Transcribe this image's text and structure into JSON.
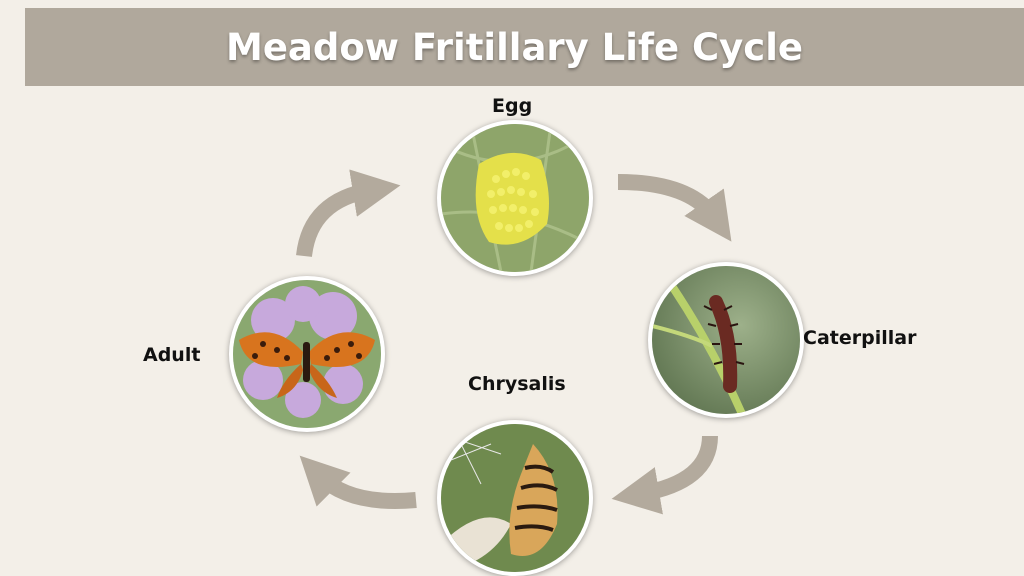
{
  "title": "Meadow Fritillary Life Cycle",
  "colors": {
    "background": "#f3efe8",
    "title_bar": "#b0a89c",
    "arrow": "#b3aa9d"
  },
  "stages": [
    {
      "label": "Egg",
      "icon": "egg-cluster-photo"
    },
    {
      "label": "Caterpillar",
      "icon": "caterpillar-photo"
    },
    {
      "label": "Chrysalis",
      "icon": "chrysalis-photo"
    },
    {
      "label": "Adult",
      "icon": "butterfly-photo"
    }
  ]
}
